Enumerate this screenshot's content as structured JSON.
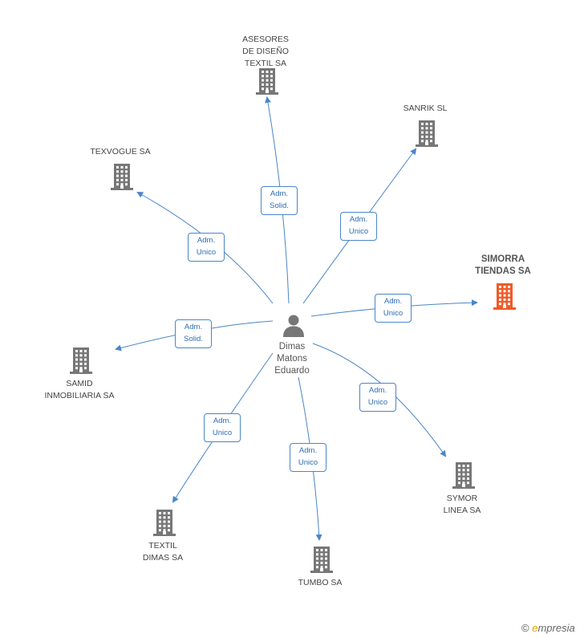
{
  "center": {
    "name": "Dimas\nMatons\nEduardo",
    "icon": "person-icon",
    "color": "#777777"
  },
  "companies": [
    {
      "id": "asesores",
      "label": "ASESORES\nDE DISEÑO\nTEXTIL SA",
      "highlight": false,
      "icon": "building-icon"
    },
    {
      "id": "sanrik",
      "label": "SANRIK  SL",
      "highlight": false,
      "icon": "building-icon"
    },
    {
      "id": "texvogue",
      "label": "TEXVOGUE SA",
      "highlight": false,
      "icon": "building-icon"
    },
    {
      "id": "simorra",
      "label": "SIMORRA\nTIENDAS SA",
      "highlight": true,
      "icon": "building-icon"
    },
    {
      "id": "samid",
      "label": "SAMID\nINMOBILIARIA SA",
      "highlight": false,
      "icon": "building-icon"
    },
    {
      "id": "symor",
      "label": "SYMOR\nLINEA SA",
      "highlight": false,
      "icon": "building-icon"
    },
    {
      "id": "textil-dimas",
      "label": "TEXTIL\nDIMAS SA",
      "highlight": false,
      "icon": "building-icon"
    },
    {
      "id": "tumbo",
      "label": "TUMBO SA",
      "highlight": false,
      "icon": "building-icon"
    }
  ],
  "relations": [
    {
      "to": "asesores",
      "label": "Adm.\nSolid."
    },
    {
      "to": "sanrik",
      "label": "Adm.\nUnico"
    },
    {
      "to": "texvogue",
      "label": "Adm.\nUnico"
    },
    {
      "to": "simorra",
      "label": "Adm.\nUnico"
    },
    {
      "to": "samid",
      "label": "Adm.\nSolid."
    },
    {
      "to": "symor",
      "label": "Adm.\nUnico"
    },
    {
      "to": "textil-dimas",
      "label": "Adm.\nUnico"
    },
    {
      "to": "tumbo",
      "label": "Adm.\nUnico"
    }
  ],
  "colors": {
    "edge": "#4a86c8",
    "building": "#777777",
    "highlight": "#f05a28"
  },
  "footer": {
    "copyright": "©",
    "brand_first": "e",
    "brand_rest": "mpresia"
  }
}
